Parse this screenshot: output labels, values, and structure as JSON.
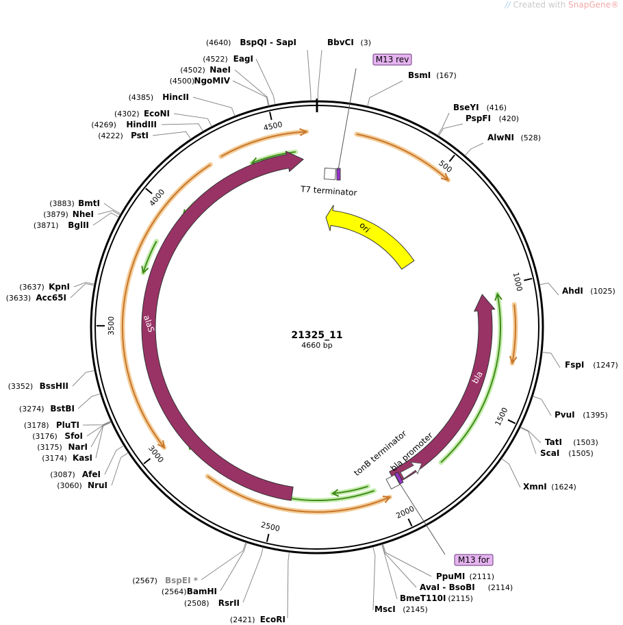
{
  "watermark": {
    "prefix": "Created with ",
    "brand": "SnapGene",
    "mark": "®"
  },
  "plasmid": {
    "name": "21325_11",
    "length_label": "4660 bp",
    "length": 4660
  },
  "ticks": [
    {
      "pos": 500,
      "label": "500"
    },
    {
      "pos": 1000,
      "label": "1000"
    },
    {
      "pos": 1500,
      "label": "1500"
    },
    {
      "pos": 2000,
      "label": "2000"
    },
    {
      "pos": 2500,
      "label": "2500"
    },
    {
      "pos": 3000,
      "label": "3000"
    },
    {
      "pos": 3500,
      "label": "3500"
    },
    {
      "pos": 4000,
      "label": "4000"
    },
    {
      "pos": 4500,
      "label": "4500"
    }
  ],
  "sites": [
    {
      "name": "BspQI - SapI",
      "pos": 4640,
      "pos_label": "(4640)",
      "side": "left"
    },
    {
      "name": "BbvCI",
      "pos": 3,
      "pos_label": "(3)",
      "side": "right"
    },
    {
      "name": "BsmI",
      "pos": 167,
      "pos_label": "(167)",
      "side": "right"
    },
    {
      "name": "BseYI",
      "pos": 416,
      "pos_label": "(416)",
      "side": "right"
    },
    {
      "name": "PspFI",
      "pos": 420,
      "pos_label": "(420)",
      "side": "right"
    },
    {
      "name": "AlwNI",
      "pos": 528,
      "pos_label": "(528)",
      "side": "right"
    },
    {
      "name": "AhdI",
      "pos": 1025,
      "pos_label": "(1025)",
      "side": "right"
    },
    {
      "name": "FspI",
      "pos": 1247,
      "pos_label": "(1247)",
      "side": "right"
    },
    {
      "name": "PvuI",
      "pos": 1395,
      "pos_label": "(1395)",
      "side": "right"
    },
    {
      "name": "TatI",
      "pos": 1503,
      "pos_label": "(1503)",
      "side": "right"
    },
    {
      "name": "ScaI",
      "pos": 1505,
      "pos_label": "(1505)",
      "side": "right"
    },
    {
      "name": "XmnI",
      "pos": 1624,
      "pos_label": "(1624)",
      "side": "right"
    },
    {
      "name": "PpuMI",
      "pos": 2111,
      "pos_label": "(2111)",
      "side": "right"
    },
    {
      "name": "AvaI - BsoBI",
      "pos": 2114,
      "pos_label": "(2114)",
      "side": "right"
    },
    {
      "name": "BmeT110I",
      "pos": 2115,
      "pos_label": "(2115)",
      "side": "right"
    },
    {
      "name": "MscI",
      "pos": 2145,
      "pos_label": "(2145)",
      "side": "right"
    },
    {
      "name": "EcoRI",
      "pos": 2421,
      "pos_label": "(2421)",
      "side": "left"
    },
    {
      "name": "RsrII",
      "pos": 2508,
      "pos_label": "(2508)",
      "side": "left"
    },
    {
      "name": "BamHI",
      "pos": 2564,
      "pos_label": "(2564)",
      "side": "left"
    },
    {
      "name": "BspEI",
      "pos": 2567,
      "pos_label": "(2567)",
      "side": "left",
      "grey": true,
      "suffix": "*"
    },
    {
      "name": "NruI",
      "pos": 3060,
      "pos_label": "(3060)",
      "side": "left"
    },
    {
      "name": "AfeI",
      "pos": 3087,
      "pos_label": "(3087)",
      "side": "left"
    },
    {
      "name": "KasI",
      "pos": 3174,
      "pos_label": "(3174)",
      "side": "left"
    },
    {
      "name": "NarI",
      "pos": 3175,
      "pos_label": "(3175)",
      "side": "left"
    },
    {
      "name": "SfoI",
      "pos": 3176,
      "pos_label": "(3176)",
      "side": "left"
    },
    {
      "name": "PluTI",
      "pos": 3178,
      "pos_label": "(3178)",
      "side": "left"
    },
    {
      "name": "BstBI",
      "pos": 3274,
      "pos_label": "(3274)",
      "side": "left"
    },
    {
      "name": "BssHII",
      "pos": 3352,
      "pos_label": "(3352)",
      "side": "left"
    },
    {
      "name": "Acc65I",
      "pos": 3633,
      "pos_label": "(3633)",
      "side": "left"
    },
    {
      "name": "KpnI",
      "pos": 3637,
      "pos_label": "(3637)",
      "side": "left"
    },
    {
      "name": "BglII",
      "pos": 3871,
      "pos_label": "(3871)",
      "side": "left"
    },
    {
      "name": "NheI",
      "pos": 3879,
      "pos_label": "(3879)",
      "side": "left"
    },
    {
      "name": "BmtI",
      "pos": 3883,
      "pos_label": "(3883)",
      "side": "left"
    },
    {
      "name": "PstI",
      "pos": 4222,
      "pos_label": "(4222)",
      "side": "left"
    },
    {
      "name": "HindIII",
      "pos": 4269,
      "pos_label": "(4269)",
      "side": "left"
    },
    {
      "name": "EcoNI",
      "pos": 4302,
      "pos_label": "(4302)",
      "side": "left"
    },
    {
      "name": "HincII",
      "pos": 4385,
      "pos_label": "(4385)",
      "side": "left"
    },
    {
      "name": "NgoMIV",
      "pos": 4500,
      "pos_label": "(4500)",
      "side": "left"
    },
    {
      "name": "NaeI",
      "pos": 4502,
      "pos_label": "(4502)",
      "side": "left"
    },
    {
      "name": "EagI",
      "pos": 4522,
      "pos_label": "(4522)",
      "side": "left"
    }
  ],
  "features": [
    {
      "name": "alaS",
      "color": "#993366",
      "direction": "forward"
    },
    {
      "name": "bla",
      "color": "#993366",
      "direction": "reverse"
    },
    {
      "name": "ori",
      "color": "#ffff00",
      "direction": "reverse"
    },
    {
      "name": "T7 terminator",
      "color": "#ffffff"
    },
    {
      "name": "tonB terminator",
      "color": "#ffffff"
    },
    {
      "name": "bla promoter",
      "color": "#ffffff"
    }
  ],
  "primers": [
    {
      "name": "M13 rev",
      "color": "#e5b3f0"
    },
    {
      "name": "M13 for",
      "color": "#e5b3f0"
    }
  ],
  "colors": {
    "backbone": "#000000",
    "orf_outline": "#f0c080",
    "orf": "#c8762a",
    "translation_outline": "#b8e89a",
    "translation": "#3f8a1a",
    "primer_bind": "#9933cc",
    "grey_site": "#888888"
  }
}
